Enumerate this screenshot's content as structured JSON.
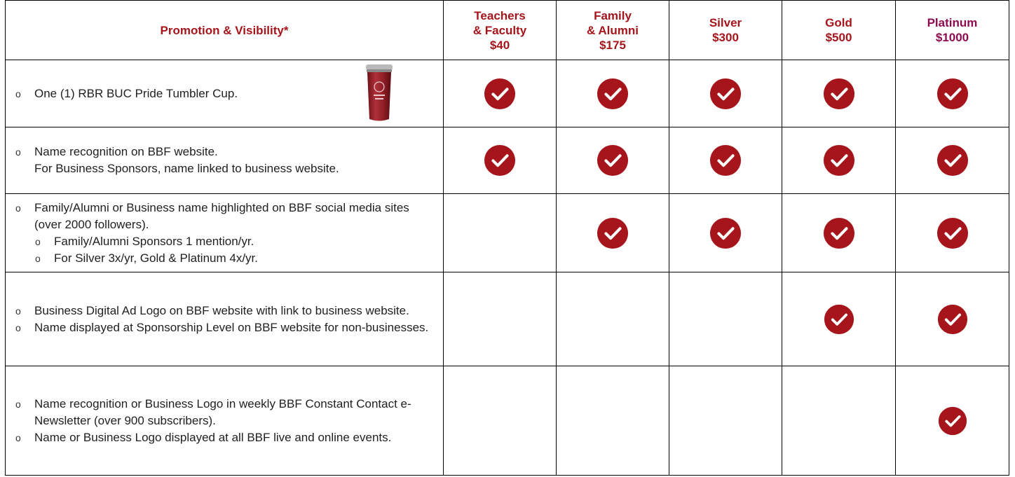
{
  "header": {
    "feature_col": "Promotion & Visibility*",
    "levels": [
      {
        "lines": [
          "Teachers",
          "& Faculty",
          "$40"
        ],
        "color": "#a5151b"
      },
      {
        "lines": [
          "Family",
          "& Alumni",
          "$175"
        ],
        "color": "#a5151b"
      },
      {
        "lines": [
          "Silver",
          "$300"
        ],
        "color": "#a5151b"
      },
      {
        "lines": [
          "Gold",
          "$500"
        ],
        "color": "#a5151b"
      },
      {
        "lines": [
          "Platinum",
          "$1000"
        ],
        "color": "#8e0b50"
      }
    ]
  },
  "bullet": "o",
  "rows": [
    {
      "bullets": [
        "One (1) RBR BUC Pride Tumbler Cup."
      ],
      "image": "tumbler-cup-icon",
      "checks": [
        true,
        true,
        true,
        true,
        true
      ]
    },
    {
      "bullets": [
        "Name recognition on BBF website.\nFor Business Sponsors, name linked to business website."
      ],
      "checks": [
        true,
        true,
        true,
        true,
        true
      ]
    },
    {
      "bullets": [
        "Family/Alumni or Business name highlighted on BBF social media sites (over 2000 followers)."
      ],
      "sub_bullets": [
        "Family/Alumni Sponsors 1 mention/yr.",
        "For Silver 3x/yr, Gold & Platinum 4x/yr."
      ],
      "checks": [
        false,
        true,
        true,
        true,
        true
      ]
    },
    {
      "bullets": [
        "Business Digital Ad Logo on BBF website with link to business website.",
        "Name displayed at Sponsorship Level on BBF website for non-businesses."
      ],
      "checks": [
        false,
        false,
        false,
        true,
        true
      ]
    },
    {
      "bullets": [
        "Name recognition or Business Logo in weekly BBF Constant Contact e-Newsletter (over 900 subscribers).",
        "Name or Business Logo displayed at all BBF live and online events."
      ],
      "checks": [
        false,
        false,
        false,
        false,
        true
      ]
    }
  ],
  "colors": {
    "check": "#a5151b",
    "header_text": "#a5151b",
    "platinum_text": "#8e0b50"
  }
}
